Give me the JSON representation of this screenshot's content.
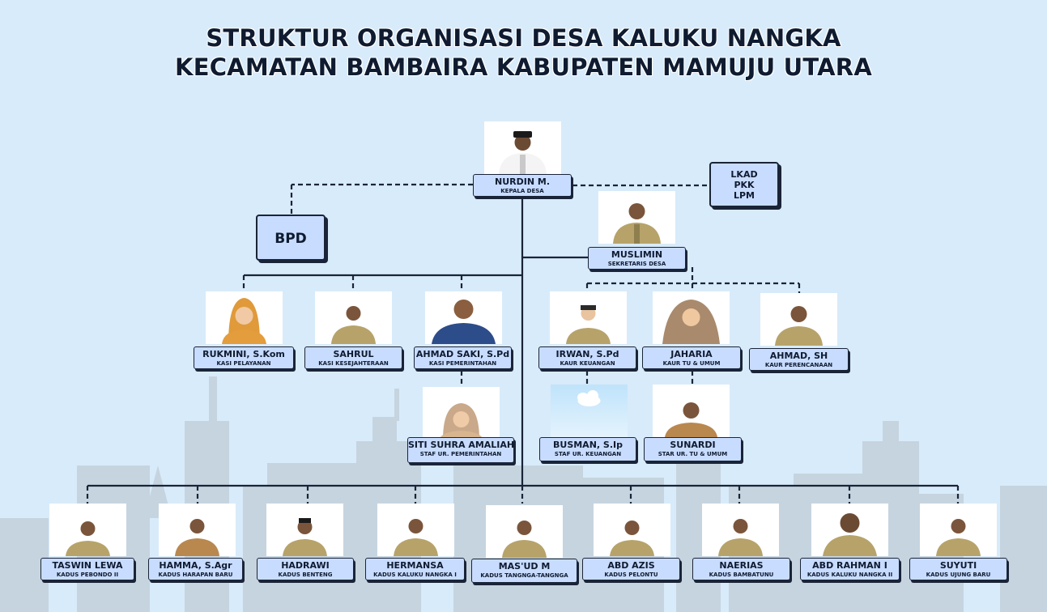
{
  "title": {
    "line1": "STRUKTUR ORGANISASI DESA KALUKU NANGKA",
    "line2": "KECAMATAN BAMBAIRA KABUPATEN MAMUJU UTARA"
  },
  "bodies": {
    "bpd": "BPD",
    "lembaga": [
      "LKAD",
      "PKK",
      "LPM"
    ]
  },
  "head": {
    "name": "NURDIN M.",
    "role": "KEPALA DESA"
  },
  "secretary": {
    "name": "MUSLIMIN",
    "role": "SEKRETARIS DESA"
  },
  "kasi": [
    {
      "name": "RUKMINI, S.Kom",
      "role": "KASI PELAYANAN"
    },
    {
      "name": "SAHRUL",
      "role": "KASI KESEJAHTERAAN"
    },
    {
      "name": "AHMAD SAKI, S.Pd",
      "role": "KASI PEMERINTAHAN"
    }
  ],
  "kasi_staff": [
    {
      "name": "SITI SUHRA AMALIAH",
      "role": "STAF UR. PEMERINTAHAN"
    }
  ],
  "kaur": [
    {
      "name": "IRWAN, S.Pd",
      "role": "KAUR KEUANGAN"
    },
    {
      "name": "JAHARIA",
      "role": "KAUR TU & UMUM"
    },
    {
      "name": "AHMAD, SH",
      "role": "KAUR PERENCANAAN"
    }
  ],
  "kaur_staff": [
    {
      "name": "BUSMAN, S.Ip",
      "role": "STAF UR. KEUANGAN"
    },
    {
      "name": "SUNARDI",
      "role": "STAR UR. TU & UMUM"
    }
  ],
  "kadus": [
    {
      "name": "TASWIN LEWA",
      "role": "KADUS PEBONDO II"
    },
    {
      "name": "HAMMA, S.Agr",
      "role": "KADUS HARAPAN BARU"
    },
    {
      "name": "HADRAWI",
      "role": "KADUS BENTENG"
    },
    {
      "name": "HERMANSA",
      "role": "KADUS KALUKU NANGKA I"
    },
    {
      "name": "MAS'UD M",
      "role": "KADUS TANGNGA-TANGNGA"
    },
    {
      "name": "ABD AZIS",
      "role": "KADUS PELONTU"
    },
    {
      "name": "NAERIAS",
      "role": "KADUS BAMBATUNU"
    },
    {
      "name": "ABD RAHMAN I",
      "role": "KADUS KALUKU NANGKA II"
    },
    {
      "name": "SUYUTI",
      "role": "KADUS UJUNG BARU"
    }
  ],
  "colors": {
    "background": "#d8ebfa",
    "skyline": "#c2d0dc",
    "box_fill": "#c8dcff",
    "line": "#1a2438",
    "uniform_khaki": "#b7a36a"
  }
}
